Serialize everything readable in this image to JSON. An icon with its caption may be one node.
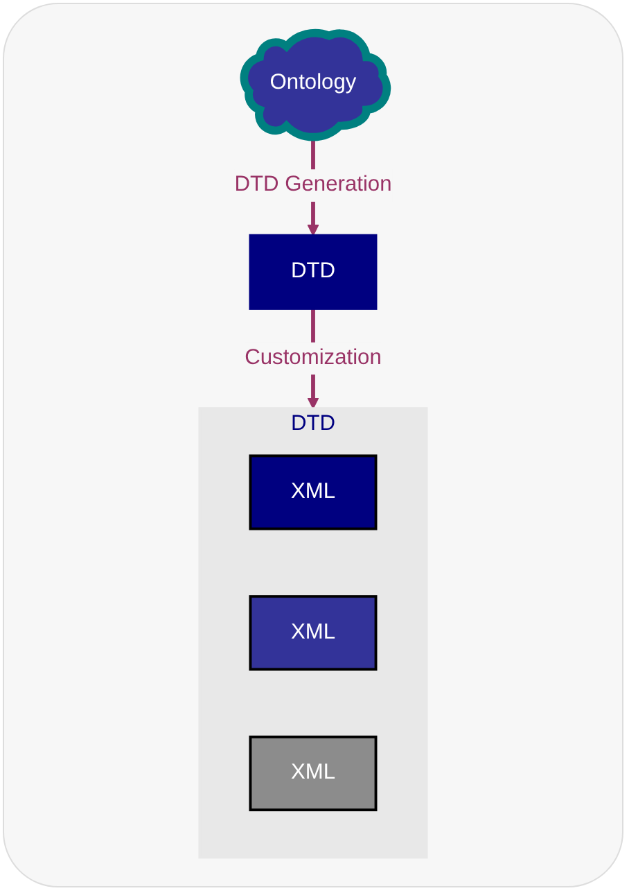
{
  "diagram": {
    "nodes": [
      {
        "text": [
          "Ontology"
        ]
      },
      {
        "text": [
          "DTD"
        ]
      },
      {
        "text": [
          "DTD"
        ]
      },
      {
        "text": [
          "XML"
        ],
        "in": 2
      },
      {
        "text": [
          "XML"
        ],
        "in": 2
      },
      {
        "text": [
          "XML"
        ],
        "in": 2
      }
    ],
    "edges": [
      {
        "from": 0,
        "to": 1,
        "arrow": "to",
        "label": "DTD Generation"
      },
      {
        "from": 1,
        "to": 2,
        "arrow": "to",
        "label": "Customization"
      }
    ]
  }
}
